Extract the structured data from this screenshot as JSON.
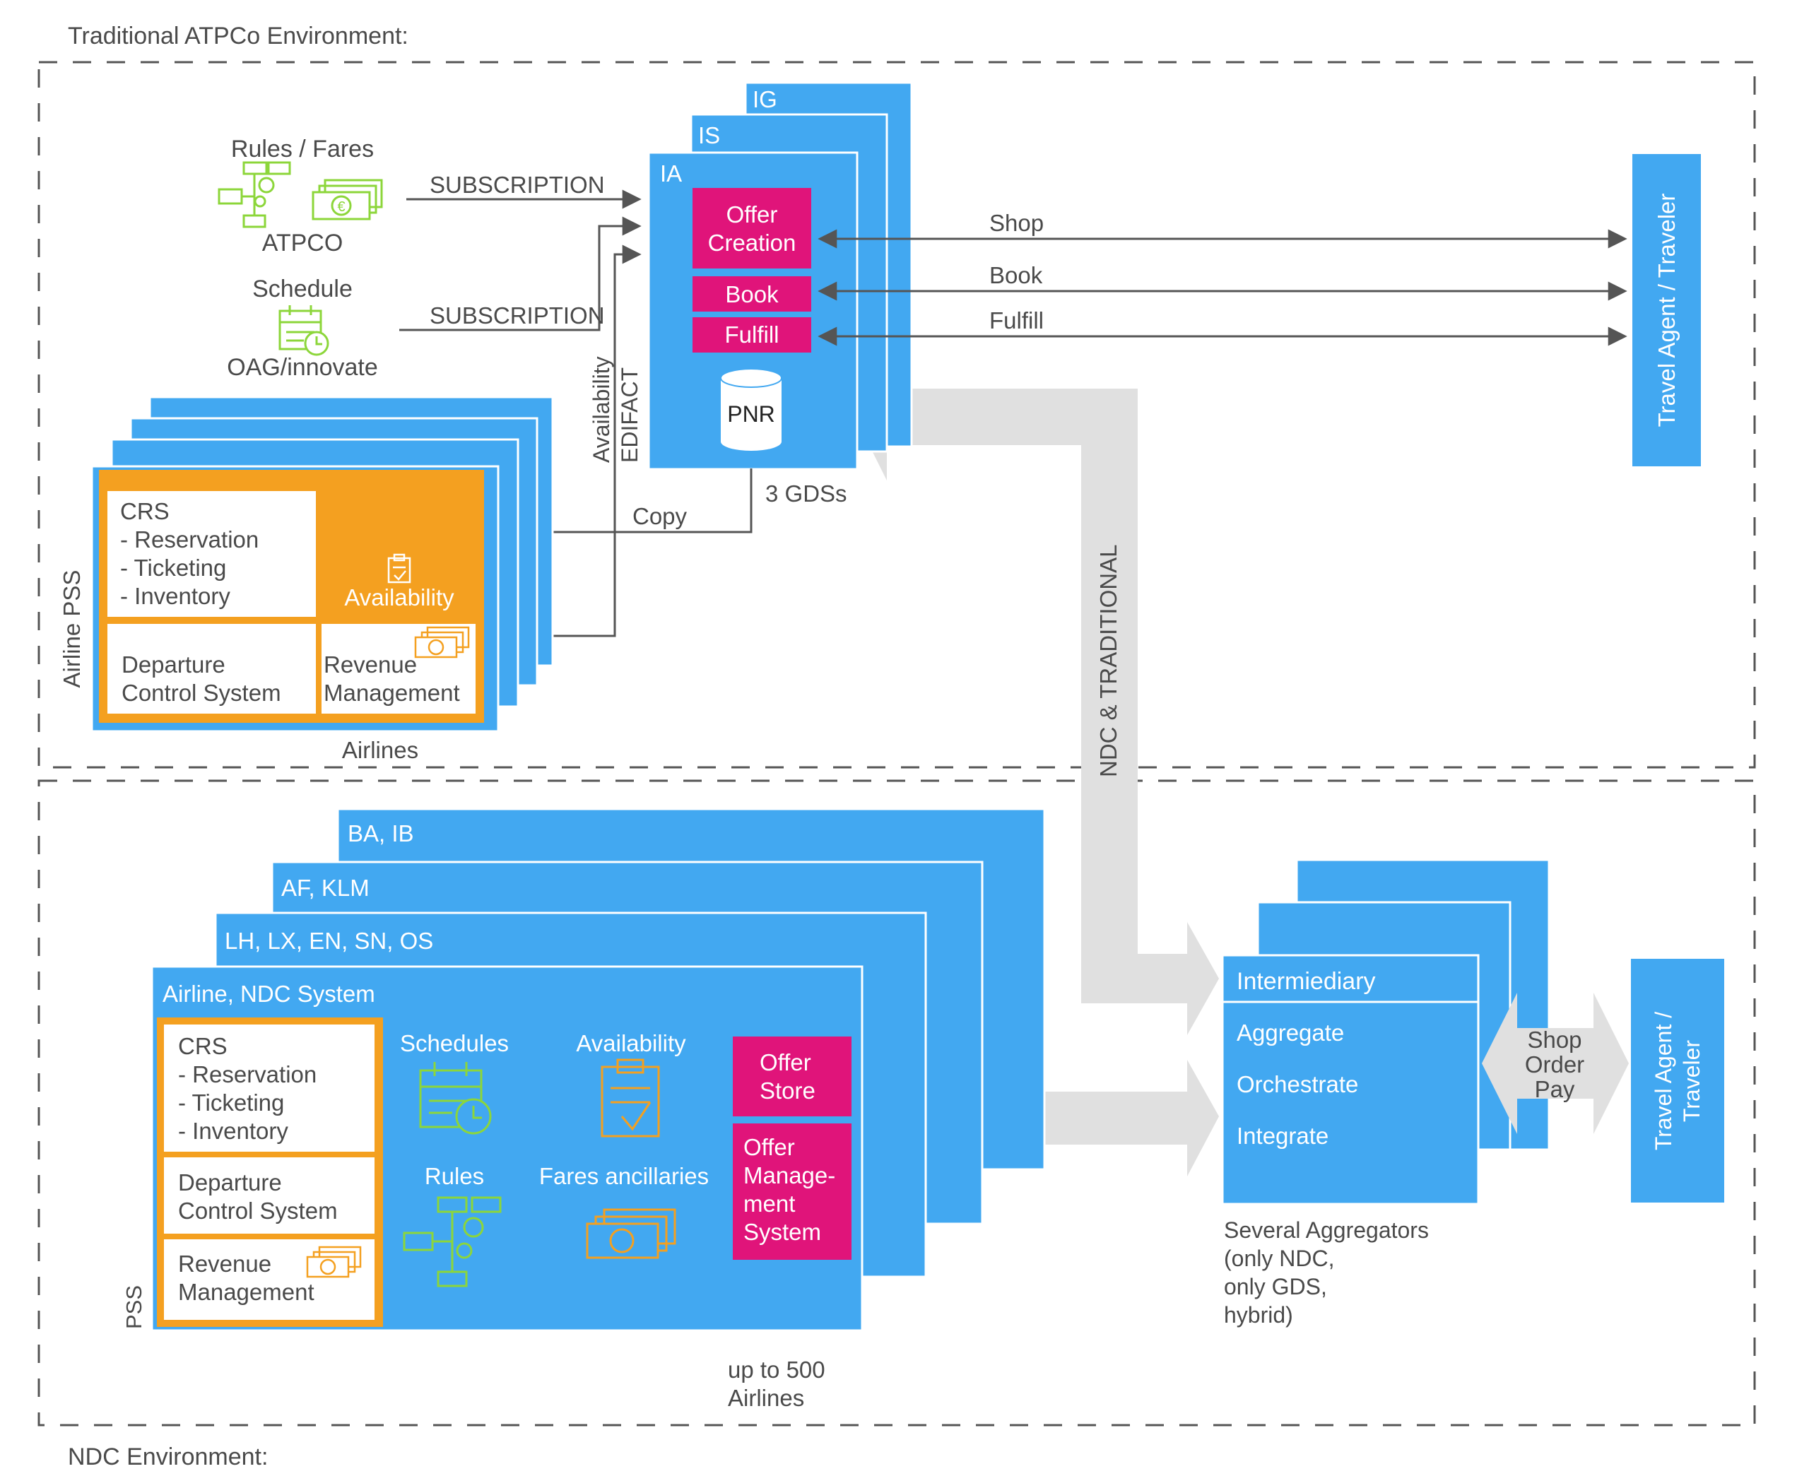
{
  "colors": {
    "blue": "#42A8F1",
    "magenta": "#E0147A",
    "orange": "#F4A020",
    "green": "#8CD63A",
    "gray_arrow": "#E0E0E0",
    "text": "#4A4A4A",
    "dash": "#555555"
  },
  "sections": {
    "top_label": "Traditional ATPCo Environment:",
    "bottom_label": "NDC Environment:"
  },
  "atpco": {
    "rules_fares": "Rules / Fares",
    "atpco": "ATPCO",
    "schedule": "Schedule",
    "oag": "OAG/innovate",
    "subscription1": "SUBSCRIPTION",
    "subscription2": "SUBSCRIPTION"
  },
  "gds": {
    "ig": "IG",
    "is": "IS",
    "ia": "IA",
    "offer_creation": [
      "Offer",
      "Creation"
    ],
    "book": "Book",
    "fulfill": "Fulfill",
    "pnr": "PNR",
    "caption": "3 GDSs",
    "availability": "Availability",
    "edifact": "EDIFACT",
    "copy": "Copy"
  },
  "traveler_top": "Travel Agent / Traveler",
  "flows_top": {
    "shop": "Shop",
    "book": "Book",
    "fulfill": "Fulfill"
  },
  "airline_pss": {
    "side_label": "Airline PSS",
    "crs": [
      "CRS",
      "- Reservation",
      "- Ticketing",
      "- Inventory"
    ],
    "availability": "Availability",
    "dcs": [
      "Departure",
      "Control System"
    ],
    "revenue": [
      "Revenue",
      "Management"
    ],
    "caption": "Airlines"
  },
  "ndc_traditional": "NDC & TRADITIONAL",
  "ndc_airlines": {
    "ba_ib": "BA, IB",
    "af_klm": "AF, KLM",
    "lh_group": "LH, LX, EN, SN, OS",
    "system": "Airline, NDC System",
    "crs": [
      "CRS",
      "- Reservation",
      "- Ticketing",
      "- Inventory"
    ],
    "dcs": [
      "Departure",
      "Control System"
    ],
    "revenue": [
      "Revenue",
      "Management"
    ],
    "pss": "PSS",
    "schedules": "Schedules",
    "availability": "Availability",
    "rules": "Rules",
    "fares": "Fares ancillaries",
    "offer_store": [
      "Offer",
      "Store"
    ],
    "offer_mgmt": [
      "Offer",
      "Manage-",
      "ment",
      "System"
    ],
    "caption": [
      "up to 500",
      "Airlines"
    ]
  },
  "aggregators": {
    "title": "Intermiediary",
    "items": [
      "Aggregate",
      "Orchestrate",
      "Integrate"
    ],
    "caption": [
      "Several Aggregators",
      "(only NDC,",
      "only GDS,",
      "hybrid)"
    ]
  },
  "shop_order_pay": [
    "Shop",
    "Order",
    "Pay"
  ],
  "traveler_bottom": [
    "Travel Agent /",
    "Traveler"
  ]
}
